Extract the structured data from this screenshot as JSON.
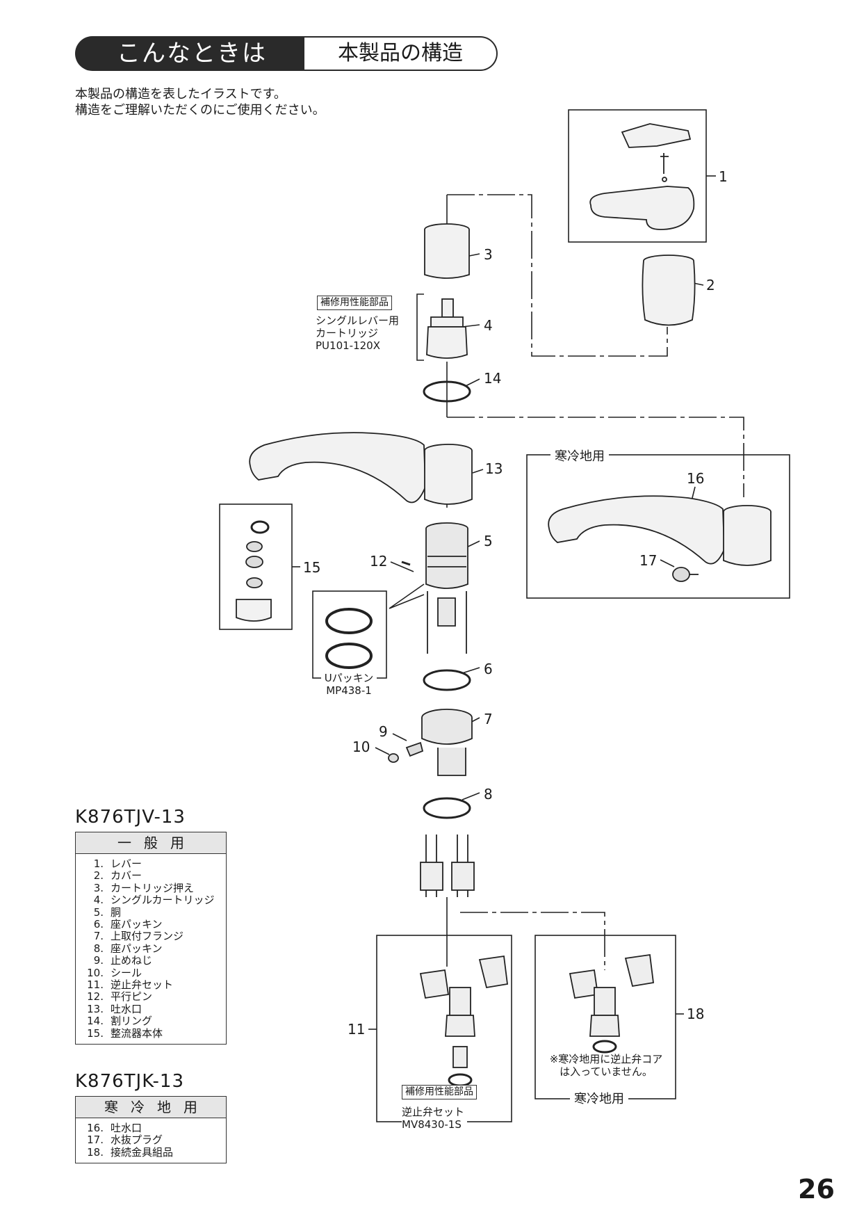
{
  "header": {
    "tag_dark": "こんなときは",
    "tag_light": "本製品の構造"
  },
  "intro": {
    "line1": "本製品の構造を表したイラストです。",
    "line2": "構造をご理解いただくのにご使用ください。"
  },
  "callouts": {
    "n1": "1",
    "n2": "2",
    "n3": "3",
    "n4": "4",
    "n5": "5",
    "n6": "6",
    "n7": "7",
    "n8": "8",
    "n9": "9",
    "n10": "10",
    "n11": "11",
    "n12": "12",
    "n13": "13",
    "n14": "14",
    "n15": "15",
    "n16": "16",
    "n17": "17",
    "n18": "18"
  },
  "cartridge_note": {
    "tag": "補修用性能部品",
    "line1": "シングルレバー用",
    "line2": "カートリッジ",
    "model": "PU101-120X"
  },
  "upacking_note": {
    "line1": "Uパッキン",
    "model": "MP438-1"
  },
  "cold_box": {
    "label": "寒冷地用"
  },
  "valve_note": {
    "tag": "補修用性能部品",
    "line1": "逆止弁セット",
    "model": "MV8430-1S"
  },
  "cold_fitting_note": {
    "line1": "※寒冷地用に逆止弁コア",
    "line2": "は入っていません。",
    "label": "寒冷地用"
  },
  "table_general": {
    "model": "K876TJV-13",
    "header": "一般用",
    "items": [
      {
        "no": "1.",
        "name": "レバー"
      },
      {
        "no": "2.",
        "name": "カバー"
      },
      {
        "no": "3.",
        "name": "カートリッジ押え"
      },
      {
        "no": "4.",
        "name": "シングルカートリッジ"
      },
      {
        "no": "5.",
        "name": "胴"
      },
      {
        "no": "6.",
        "name": "座パッキン"
      },
      {
        "no": "7.",
        "name": "上取付フランジ"
      },
      {
        "no": "8.",
        "name": "座パッキン"
      },
      {
        "no": "9.",
        "name": "止めねじ"
      },
      {
        "no": "10.",
        "name": "シール"
      },
      {
        "no": "11.",
        "name": "逆止弁セット"
      },
      {
        "no": "12.",
        "name": "平行ピン"
      },
      {
        "no": "13.",
        "name": "吐水口"
      },
      {
        "no": "14.",
        "name": "割リング"
      },
      {
        "no": "15.",
        "name": "整流器本体"
      }
    ]
  },
  "table_cold": {
    "model": "K876TJK-13",
    "header": "寒冷地用",
    "items": [
      {
        "no": "16.",
        "name": "吐水口"
      },
      {
        "no": "17.",
        "name": "水抜プラグ"
      },
      {
        "no": "18.",
        "name": "接続金具組品"
      }
    ]
  },
  "page_number": "26",
  "colors": {
    "ink": "#1a1a1a",
    "header_dark": "#2a2a2a",
    "part_fill": "#f2f2f2",
    "part_shade": "#d4d4d4"
  }
}
